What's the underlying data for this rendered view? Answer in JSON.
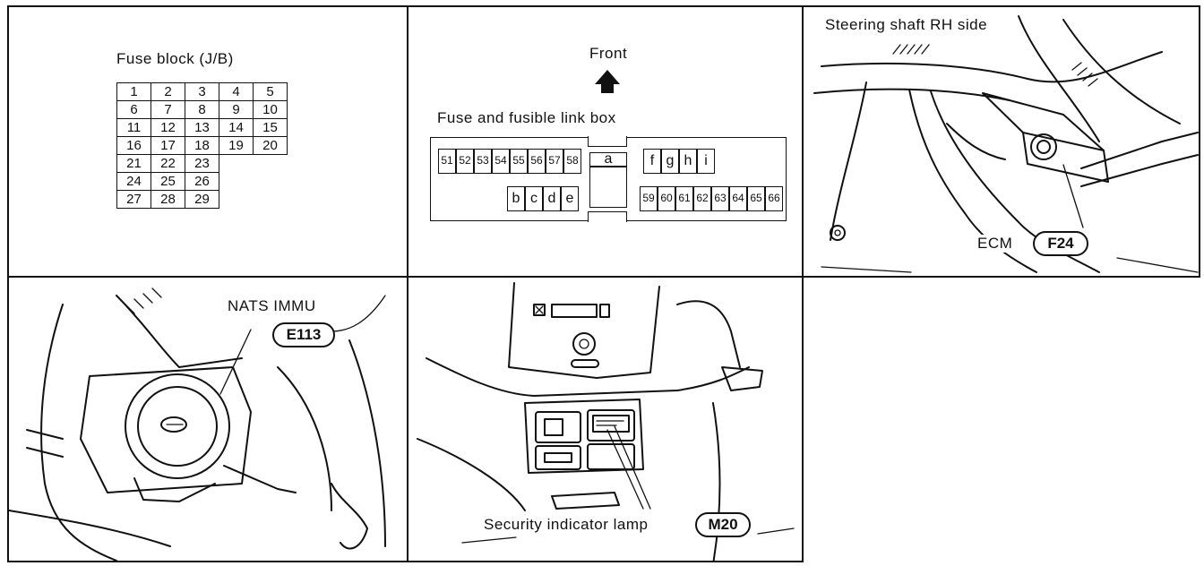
{
  "panel1": {
    "title": "Fuse block (J/B)",
    "rows": [
      [
        "1",
        "2",
        "3",
        "4",
        "5"
      ],
      [
        "6",
        "7",
        "8",
        "9",
        "10"
      ],
      [
        "11",
        "12",
        "13",
        "14",
        "15"
      ],
      [
        "16",
        "17",
        "18",
        "19",
        "20"
      ],
      [
        "21",
        "22",
        "23"
      ],
      [
        "24",
        "25",
        "26"
      ],
      [
        "27",
        "28",
        "29"
      ]
    ]
  },
  "panel2": {
    "front_label": "Front",
    "box_label": "Fuse and fusible link box",
    "top_left_fuses": [
      "51",
      "52",
      "53",
      "54",
      "55",
      "56",
      "57",
      "58"
    ],
    "center_top": "a",
    "bottom_left_letters": [
      "b",
      "c",
      "d",
      "e"
    ],
    "top_right_letters": [
      "f",
      "g",
      "h",
      "i"
    ],
    "bottom_right_fuses": [
      "59",
      "60",
      "61",
      "62",
      "63",
      "64",
      "65",
      "66"
    ]
  },
  "panel3": {
    "title": "Steering shaft RH side",
    "component_label": "ECM",
    "connector": "F24"
  },
  "panel4": {
    "component_label": "NATS IMMU",
    "connector": "E113"
  },
  "panel5": {
    "component_label": "Security indicator lamp",
    "connector": "M20"
  }
}
